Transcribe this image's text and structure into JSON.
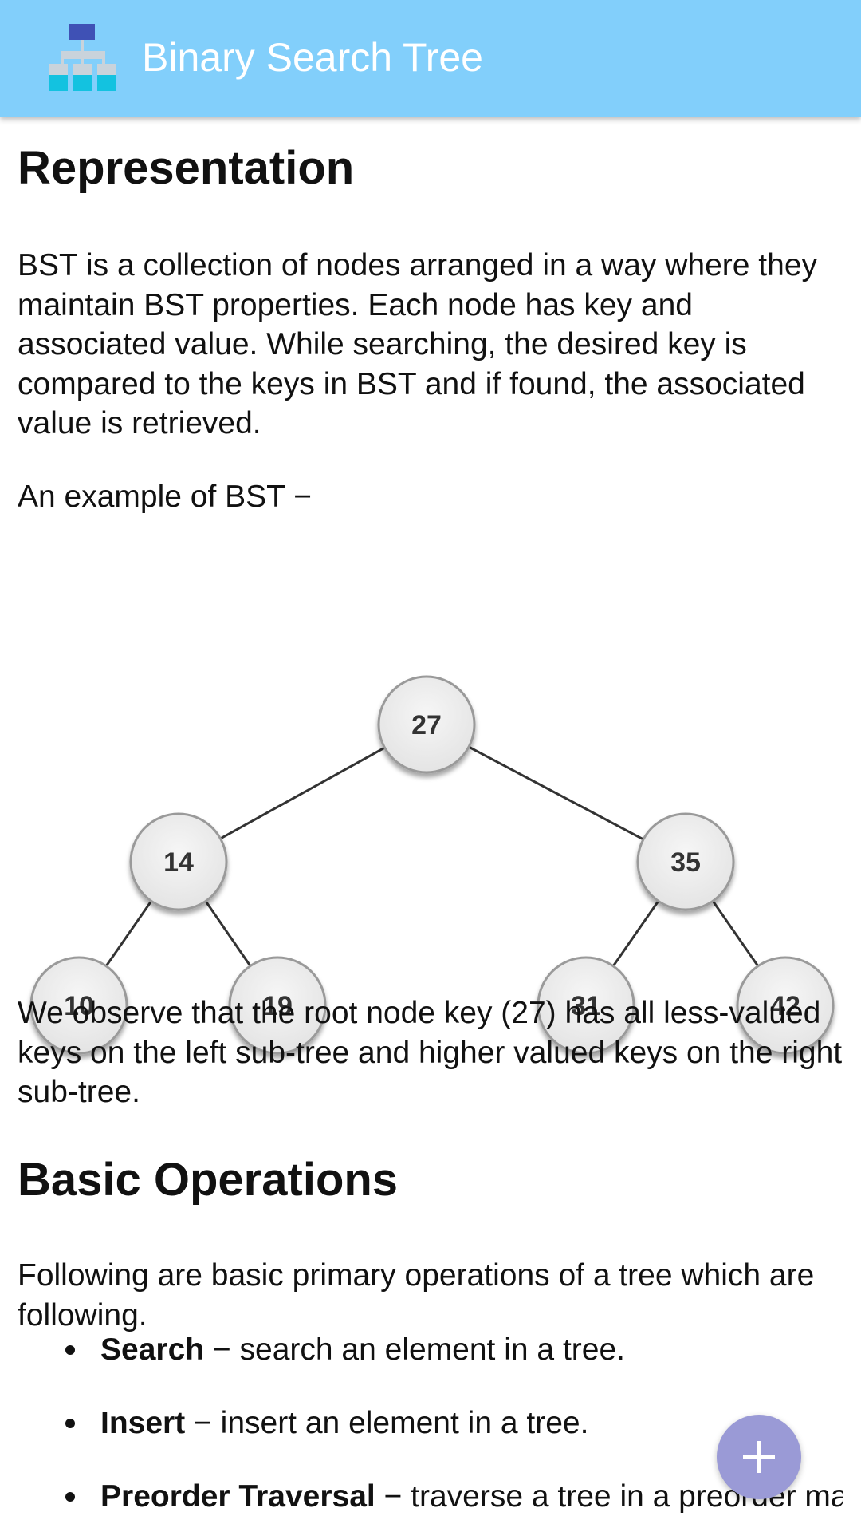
{
  "appbar": {
    "title": "Binary Search Tree",
    "logo_icon": "tree-hierarchy-icon"
  },
  "content": {
    "section1": {
      "heading": "Representation",
      "paragraph": "BST is a collection of nodes arranged in a way where they maintain BST properties. Each node has key and associated value. While searching, the desired key is compared to the keys in BST and if found, the associated value is retrieved.",
      "example_intro": "An example of BST −",
      "tree": {
        "root": "27",
        "left": "14",
        "right": "35",
        "left_left": "10",
        "left_right": "19",
        "right_left": "31",
        "right_right": "42"
      },
      "observation": "We observe that the root node key (27) has all less-valued keys on the left sub-tree and higher valued keys on the right sub-tree."
    },
    "section2": {
      "heading": "Basic Operations",
      "paragraph": "Following are basic primary operations of a tree which are following.",
      "operations": [
        {
          "name": "Search",
          "description": " − search an element in a tree."
        },
        {
          "name": "Insert",
          "description": " − insert an element in a tree."
        },
        {
          "name": "Preorder Traversal",
          "description": " − traverse a tree in a preorder manner."
        }
      ]
    }
  },
  "fab": {
    "icon": "plus-icon",
    "color": "#9a9ad6"
  },
  "colors": {
    "appbar": "#82cffb",
    "node_fill": "#ebebeb",
    "node_stroke": "#999999"
  }
}
